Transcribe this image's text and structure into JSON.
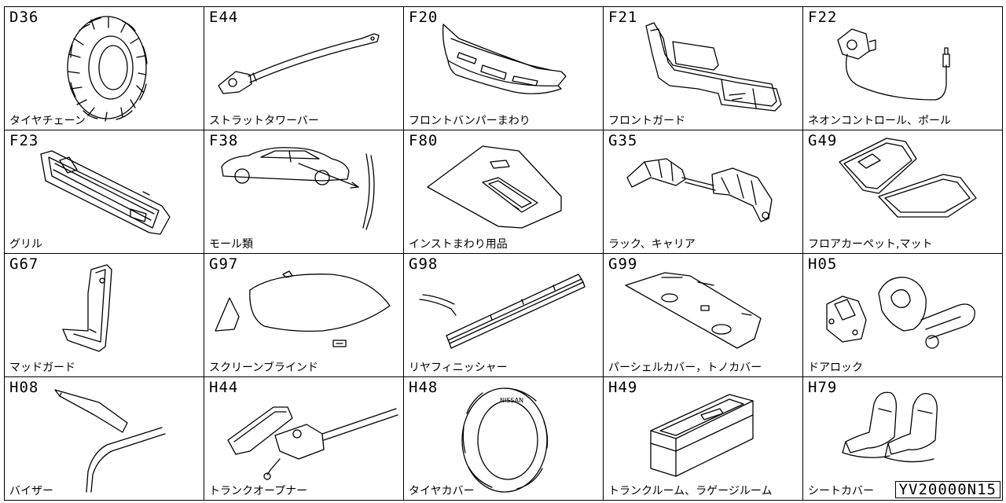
{
  "cells": [
    {
      "code": "D36",
      "label": "タイヤチェーン",
      "icon": "tire-chain-icon"
    },
    {
      "code": "E44",
      "label": "ストラットタワーバー",
      "icon": "strut-tower-bar-icon"
    },
    {
      "code": "F20",
      "label": "フロントバンパーまわり",
      "icon": "front-bumper-icon"
    },
    {
      "code": "F21",
      "label": "フロントガード",
      "icon": "front-guard-icon"
    },
    {
      "code": "F22",
      "label": "ネオンコントロール、ポール",
      "icon": "neon-control-icon"
    },
    {
      "code": "F23",
      "label": "グリル",
      "icon": "grille-icon"
    },
    {
      "code": "F38",
      "label": "モール類",
      "icon": "moulding-icon"
    },
    {
      "code": "F80",
      "label": "インストまわり用品",
      "icon": "instrument-panel-icon"
    },
    {
      "code": "G35",
      "label": "ラック、キャリア",
      "icon": "roof-rack-icon"
    },
    {
      "code": "G49",
      "label": "フロアカーペット,マット",
      "icon": "floor-mat-icon"
    },
    {
      "code": "G67",
      "label": "マッドガード",
      "icon": "mud-guard-icon"
    },
    {
      "code": "G97",
      "label": "スクリーンブラインド",
      "icon": "screen-blind-icon"
    },
    {
      "code": "G98",
      "label": "リヤフィニッシャー",
      "icon": "rear-finisher-icon"
    },
    {
      "code": "G99",
      "label": "パーシェルカバー，トノカバー",
      "icon": "parcel-shelf-cover-icon"
    },
    {
      "code": "H05",
      "label": "ドアロック",
      "icon": "door-lock-icon"
    },
    {
      "code": "H08",
      "label": "バイザー",
      "icon": "visor-icon"
    },
    {
      "code": "H44",
      "label": "トランクオープナー",
      "icon": "trunk-opener-icon"
    },
    {
      "code": "H48",
      "label": "タイヤカバー",
      "icon": "tire-cover-icon"
    },
    {
      "code": "H49",
      "label": "トランクルーム、ラゲージルーム",
      "icon": "luggage-room-icon"
    },
    {
      "code": "H79",
      "label": "シートカバー",
      "icon": "seat-cover-icon"
    }
  ],
  "tire_cover_text": "NISSAN",
  "reference_code": "YV20000N15"
}
